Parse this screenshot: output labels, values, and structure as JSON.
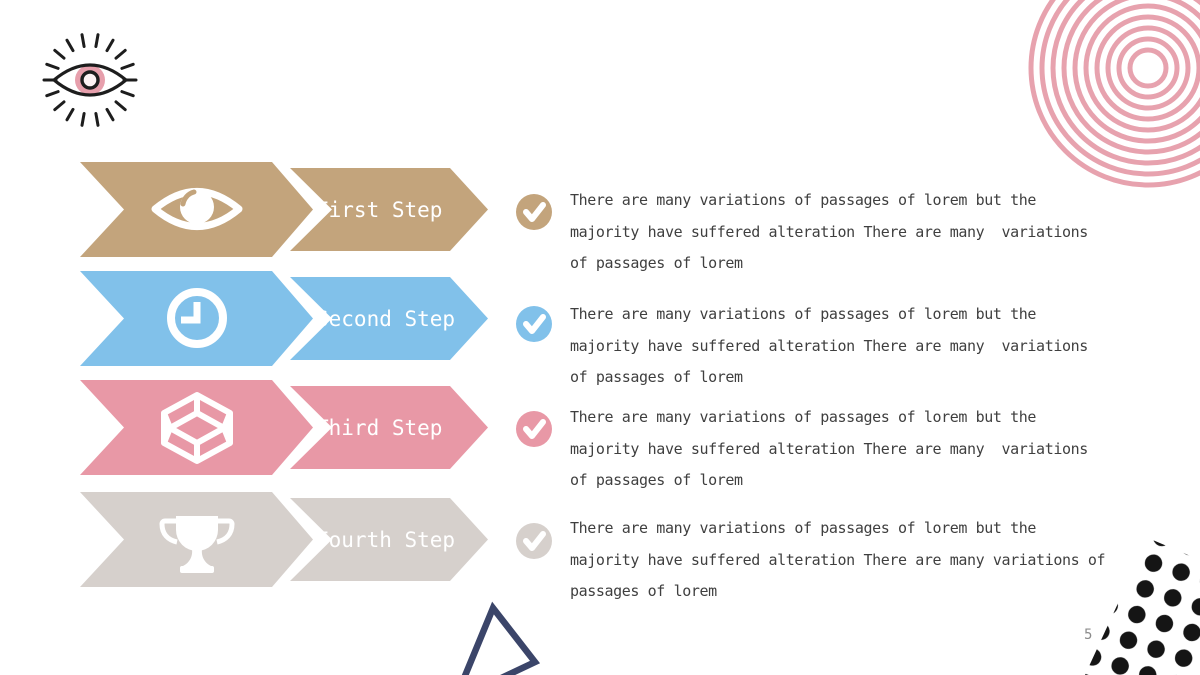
{
  "slide": {
    "page_number": "5"
  },
  "steps": [
    {
      "label": "First Step",
      "icon": "eye-icon",
      "color": "#C3A47C",
      "lines": [
        "There are many variations of passages of lorem but the",
        "majority have suffered alteration There are many  variations",
        "of passages of lorem"
      ]
    },
    {
      "label": "Second Step",
      "icon": "clock-icon",
      "color": "#81C1EA",
      "lines": [
        "There are many variations of passages of lorem but the",
        "majority have suffered alteration There are many  variations",
        "of passages of lorem"
      ]
    },
    {
      "label": "Third Step",
      "icon": "cube-icon",
      "color": "#E898A6",
      "lines": [
        "There are many variations of passages of lorem but the",
        "majority have suffered alteration There are many  variations",
        "of passages of lorem"
      ]
    },
    {
      "label": "Fourth Step",
      "icon": "trophy-icon",
      "color": "#D6D0CC",
      "lines": [
        "There are many variations of passages of lorem but the",
        "majority have suffered alteration There are many variations of",
        "passages of lorem"
      ]
    }
  ],
  "decorations": {
    "rings_color": "#E7A2AE",
    "dots_color": "#151515",
    "triangle_color": "#3B4569",
    "iris_color": "#E79FAC",
    "doodle_stroke": "#1D1D1D"
  },
  "text_color": "#3F3F3F"
}
